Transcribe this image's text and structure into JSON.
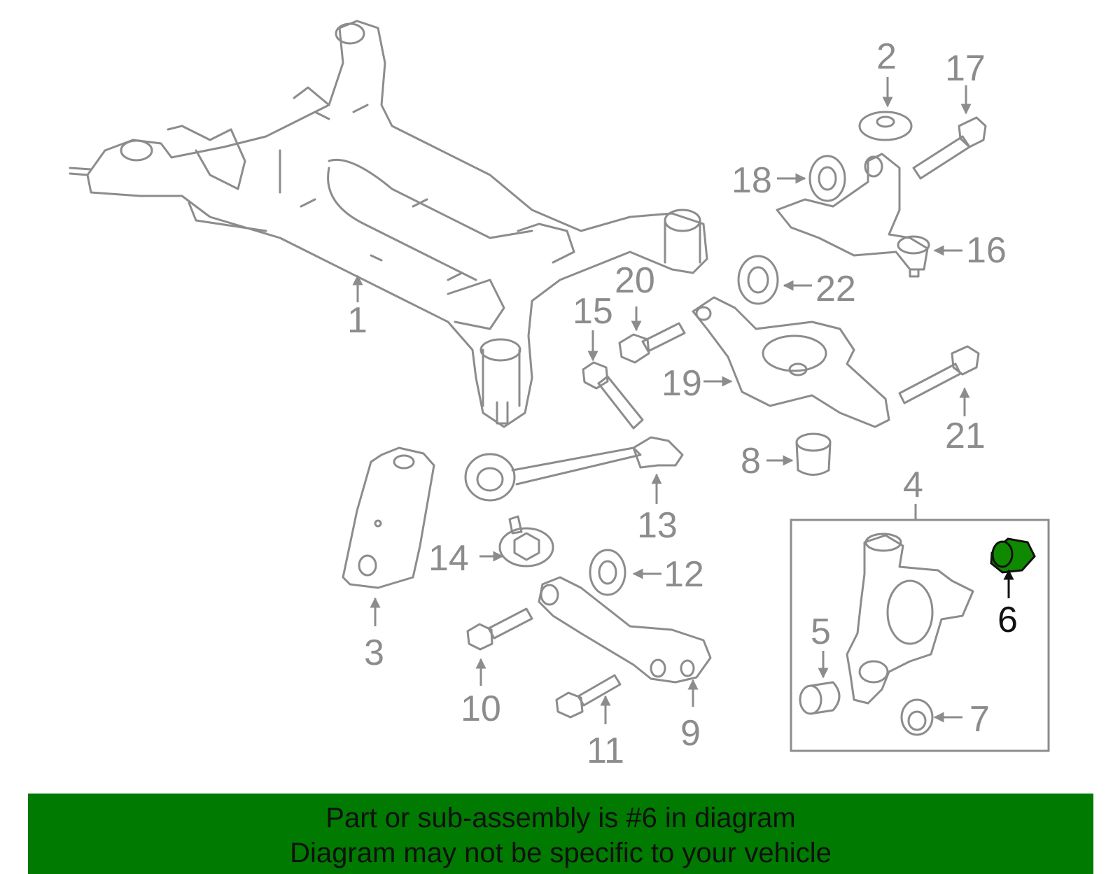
{
  "callouts": {
    "c1": "1",
    "c2": "2",
    "c3": "3",
    "c4": "4",
    "c5": "5",
    "c6": "6",
    "c7": "7",
    "c8": "8",
    "c9": "9",
    "c10": "10",
    "c11": "11",
    "c12": "12",
    "c13": "13",
    "c14": "14",
    "c15": "15",
    "c16": "16",
    "c17": "17",
    "c18": "18",
    "c19": "19",
    "c20": "20",
    "c21": "21",
    "c22": "22"
  },
  "highlight": {
    "part_number": "6",
    "color": "#0f8a00"
  },
  "footer": {
    "line1": "Part or sub-assembly is #6 in diagram",
    "line2": "Diagram may not be specific to your vehicle",
    "background": "#007a00"
  },
  "colors": {
    "line_art": "#8c8c8c",
    "highlight_text": "#111111"
  }
}
